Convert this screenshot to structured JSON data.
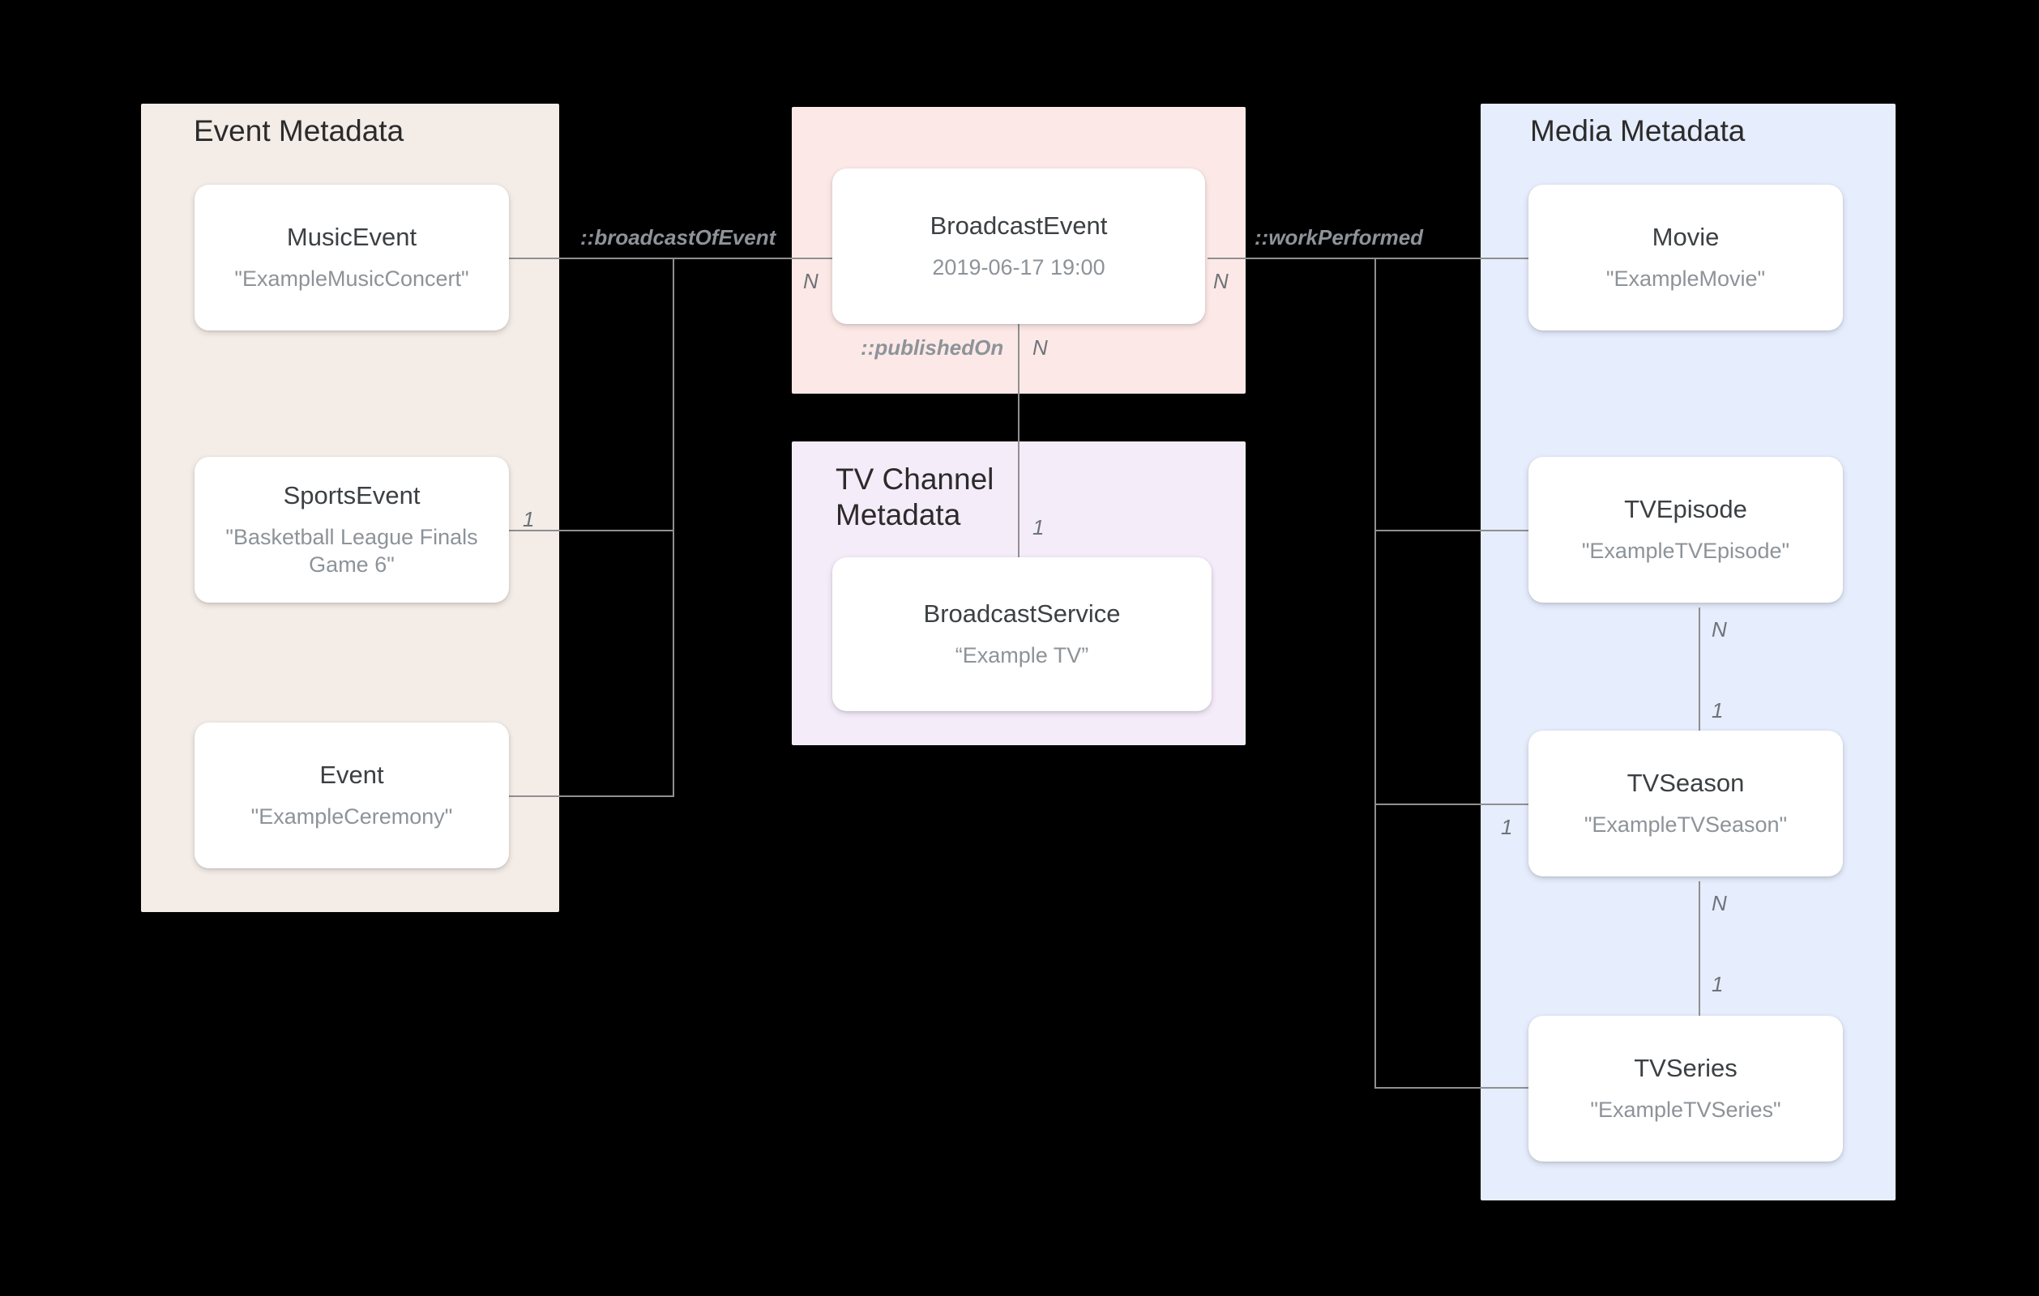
{
  "diagram": {
    "title": "Broadcast / Media metadata entity relationship diagram",
    "colors": {
      "background": "#000000",
      "event_group": "#f4ece7",
      "broadcast_group": "#fce9e7",
      "tvchannel_group": "#f5ecfa",
      "media_group": "#e6edfc",
      "card": "#ffffff",
      "card_title_text": "#3c4043",
      "card_value_text": "#8d9399",
      "connector": "#909090",
      "group_title_text": "#2b2b2b"
    }
  },
  "groups": {
    "event": {
      "title": "Event Metadata"
    },
    "broadcast": {
      "title": ""
    },
    "tvchannel": {
      "title": "TV Channel\nMetadata"
    },
    "media": {
      "title": "Media Metadata"
    }
  },
  "entities": {
    "music_event": {
      "type": "MusicEvent",
      "value": "\"ExampleMusicConcert\""
    },
    "sports_event": {
      "type": "SportsEvent",
      "value": "\"Basketball League Finals Game 6\""
    },
    "event": {
      "type": "Event",
      "value": "\"ExampleCeremony\""
    },
    "broadcast_event": {
      "type": "BroadcastEvent",
      "value": "2019-06-17 19:00"
    },
    "broadcast_service": {
      "type": "BroadcastService",
      "value": "“Example TV”"
    },
    "movie": {
      "type": "Movie",
      "value": "\"ExampleMovie\""
    },
    "tv_episode": {
      "type": "TVEpisode",
      "value": "\"ExampleTVEpisode\""
    },
    "tv_season": {
      "type": "TVSeason",
      "value": "\"ExampleTVSeason\""
    },
    "tv_series": {
      "type": "TVSeries",
      "value": "\"ExampleTVSeries\""
    }
  },
  "relations": {
    "broadcast_of_event": {
      "label": "::broadcastOfEvent"
    },
    "work_performed": {
      "label": "::workPerformed"
    },
    "published_on": {
      "label": "::publishedOn"
    }
  },
  "cardinalities": {
    "broadcast_of_event_left": "1",
    "broadcast_of_event_right": "N",
    "work_performed_left": "N",
    "published_on_top": "N",
    "published_on_bottom": "1",
    "episode_to_season_n": "N",
    "episode_to_season_1": "1",
    "season_left_1": "1",
    "season_to_series_n": "N",
    "season_to_series_1": "1"
  }
}
